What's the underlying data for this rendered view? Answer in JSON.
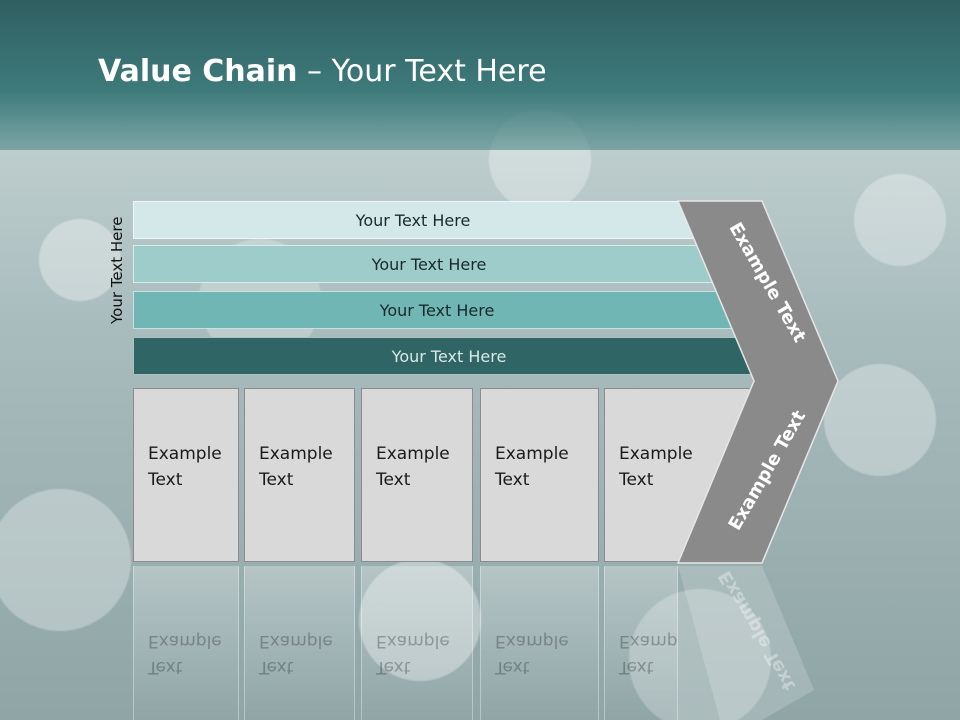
{
  "title": {
    "bold": "Value Chain",
    "rest": " – Your Text Here"
  },
  "side_label": "Your Text Here",
  "bars": [
    "Your Text Here",
    "Your Text Here",
    "Your Text Here",
    "Your Text Here"
  ],
  "boxes": [
    {
      "line1": "Example",
      "line2": "Text"
    },
    {
      "line1": "Example",
      "line2": "Text"
    },
    {
      "line1": "Example",
      "line2": "Text"
    },
    {
      "line1": "Example",
      "line2": "Text"
    },
    {
      "line1": "Example",
      "line2": "Text"
    }
  ],
  "arrow": {
    "top_label": "Example Text",
    "bottom_label": "Example Text"
  },
  "colors": {
    "header": "#2f5f61",
    "bar1": "#d4e8ea",
    "bar2": "#9ecccb",
    "bar3": "#6fb6b5",
    "bar4": "#2f6564",
    "box": "#d9d9d9",
    "arrow": "#8a8a8a"
  }
}
